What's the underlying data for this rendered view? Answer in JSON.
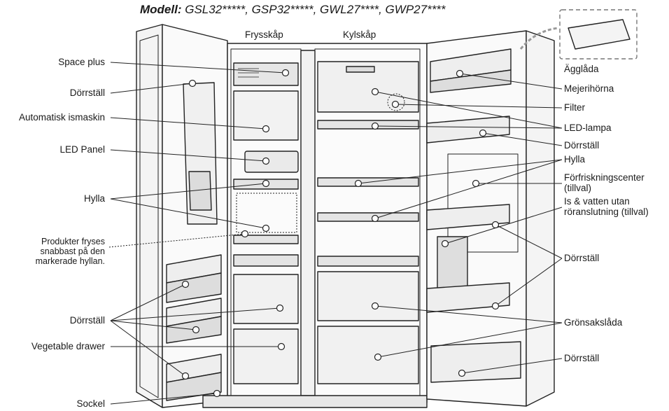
{
  "title": {
    "prefix": "Modell:",
    "models": "GSL32*****, GSP32*****, GWL27****, GWP27****"
  },
  "sections": {
    "freezer": "Frysskåp",
    "fridge": "Kylskåp"
  },
  "labels_left": {
    "space_plus": "Space plus",
    "door_bin_top": "Dörrställ",
    "ice_maker": "Automatisk ismaskin",
    "led_panel": "LED Panel",
    "shelf": "Hylla",
    "fast_freeze_note": [
      "Produkter fryses",
      "snabbast på den",
      "markerade hyllan."
    ],
    "door_bin_low": "Dörrställ",
    "vegetable_drawer": "Vegetable drawer",
    "base": "Sockel"
  },
  "labels_right": {
    "egg_tray": "Ägglåda",
    "dairy": "Mejerihörna",
    "filter": "Filter",
    "led_lamp": "LED-lampa",
    "door_bin_1": "Dörrställ",
    "shelf": "Hylla",
    "refresh_center": [
      "Förfriskningscenter",
      "(tillval)"
    ],
    "ice_water": [
      "Is & vatten utan",
      "röranslutning (tillval)"
    ],
    "door_bin_2": "Dörrställ",
    "crisper": "Grönsakslåda",
    "door_bin_3": "Dörrställ"
  }
}
